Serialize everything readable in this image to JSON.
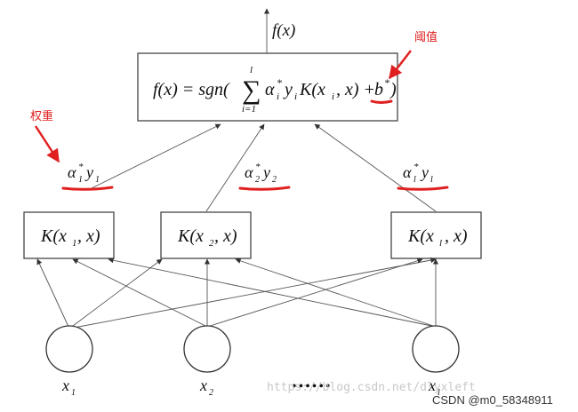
{
  "annotations": {
    "threshold": "阈值",
    "weight": "权重"
  },
  "output": {
    "label": "f(x)"
  },
  "formula": {
    "lhs": "f(x) = sgn(",
    "sum_upper": "l",
    "sum_lower": "i=1",
    "sum_symbol": "∑",
    "term": "α",
    "term_super": "*",
    "term_sub": "i",
    "y": "y",
    "y_sub": "i",
    "kernel": "K(x",
    "kernel_sub": "i",
    "kernel_rest": ", x) + ",
    "bias": "b",
    "bias_super": "*",
    "close": ")"
  },
  "weights": [
    {
      "alpha": "α",
      "star": "*",
      "sub": "1",
      "y": "y",
      "ysub": "1"
    },
    {
      "alpha": "α",
      "star": "*",
      "sub": "2",
      "y": "y",
      "ysub": "2"
    },
    {
      "alpha": "α",
      "star": "*",
      "sub": "l",
      "y": "y",
      "ysub": "l"
    }
  ],
  "kernels": [
    {
      "pre": "K(x",
      "sub": "1",
      "post": ", x)"
    },
    {
      "pre": "K(x",
      "sub": "2",
      "post": ", x)"
    },
    {
      "pre": "K(x",
      "sub": "l",
      "post": ", x)"
    }
  ],
  "inputs": [
    {
      "name": "x",
      "sub": "1"
    },
    {
      "name": "x",
      "sub": "2"
    },
    {
      "name": "x",
      "sub": "l"
    }
  ],
  "ellipsis": "••••••",
  "watermark": "https://blog.csdn.net/dlyxleft",
  "footer": "CSDN @m0_58348911",
  "colors": {
    "annotation": "#e02020",
    "line": "#555555"
  }
}
